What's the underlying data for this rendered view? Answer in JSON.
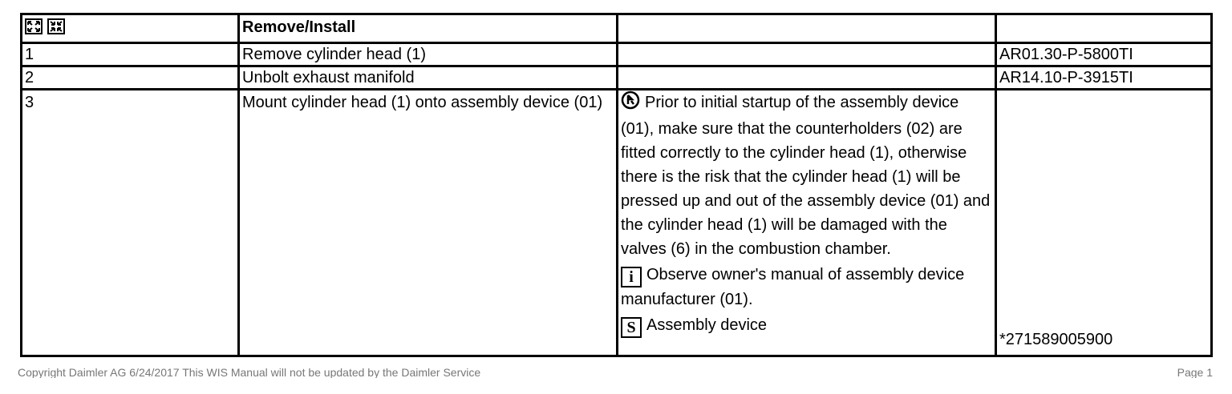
{
  "header": {
    "col2": "Remove/Install"
  },
  "rows": [
    {
      "step": "1",
      "action": "Remove cylinder head (1)",
      "ref": "AR01.30-P-5800TI"
    },
    {
      "step": "2",
      "action": "Unbolt exhaust manifold",
      "ref": "AR14.10-P-3915TI"
    },
    {
      "step": "3",
      "action": "Mount cylinder head (1) onto assembly device (01)",
      "notes": {
        "caution": "Prior to initial startup of the assembly device (01), make sure that the counterholders (02) are fitted correctly to the cylinder head (1), otherwise there is the risk that the cylinder head  (1) will be pressed up and out of the assembly device (01) and the cylinder head (1) will be damaged with the valves (6) in the combustion chamber.",
        "info": "Observe owner's manual of assembly device manufacturer (01).",
        "tool": "Assembly device"
      },
      "ref": "*271589005900"
    }
  ],
  "icons": {
    "expand": "expand-icon",
    "collapse": "collapse-icon",
    "caution": "caution-icon",
    "info": "info-icon",
    "tool": "special-tool-icon"
  },
  "footer": {
    "left": "Copyright Daimler AG 6/24/2017 This WIS Manual will not be updated by the Daimler Service",
    "right": "Page 1"
  }
}
